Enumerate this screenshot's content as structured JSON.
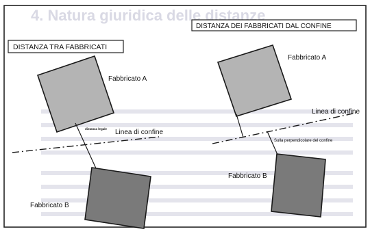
{
  "left_panel": {
    "heading": "DISTANZA TRA FABBRICATI",
    "building_a_label": "Fabbricato A",
    "building_b_label": "Fabbricato B",
    "line_label": "Linea di confine",
    "distance_label": "distanza legale"
  },
  "right_panel": {
    "heading": "DISTANZA DEI FABBRICATI DAL CONFINE",
    "building_a_label": "Fabbricato A",
    "building_b_label": "Fabbricato B",
    "line_label": "Linea di confine",
    "perpendicular_label": "Sulla perpendicolare del confine"
  },
  "background_text": {
    "title": "4. Natura giuridica delle distanze"
  },
  "colors": {
    "building_light": "#b4b4b4",
    "building_dark": "#7a7a7a",
    "outline": "#1a1a1a",
    "frame": "#222222",
    "ghost_text": "#d9d9e4"
  }
}
